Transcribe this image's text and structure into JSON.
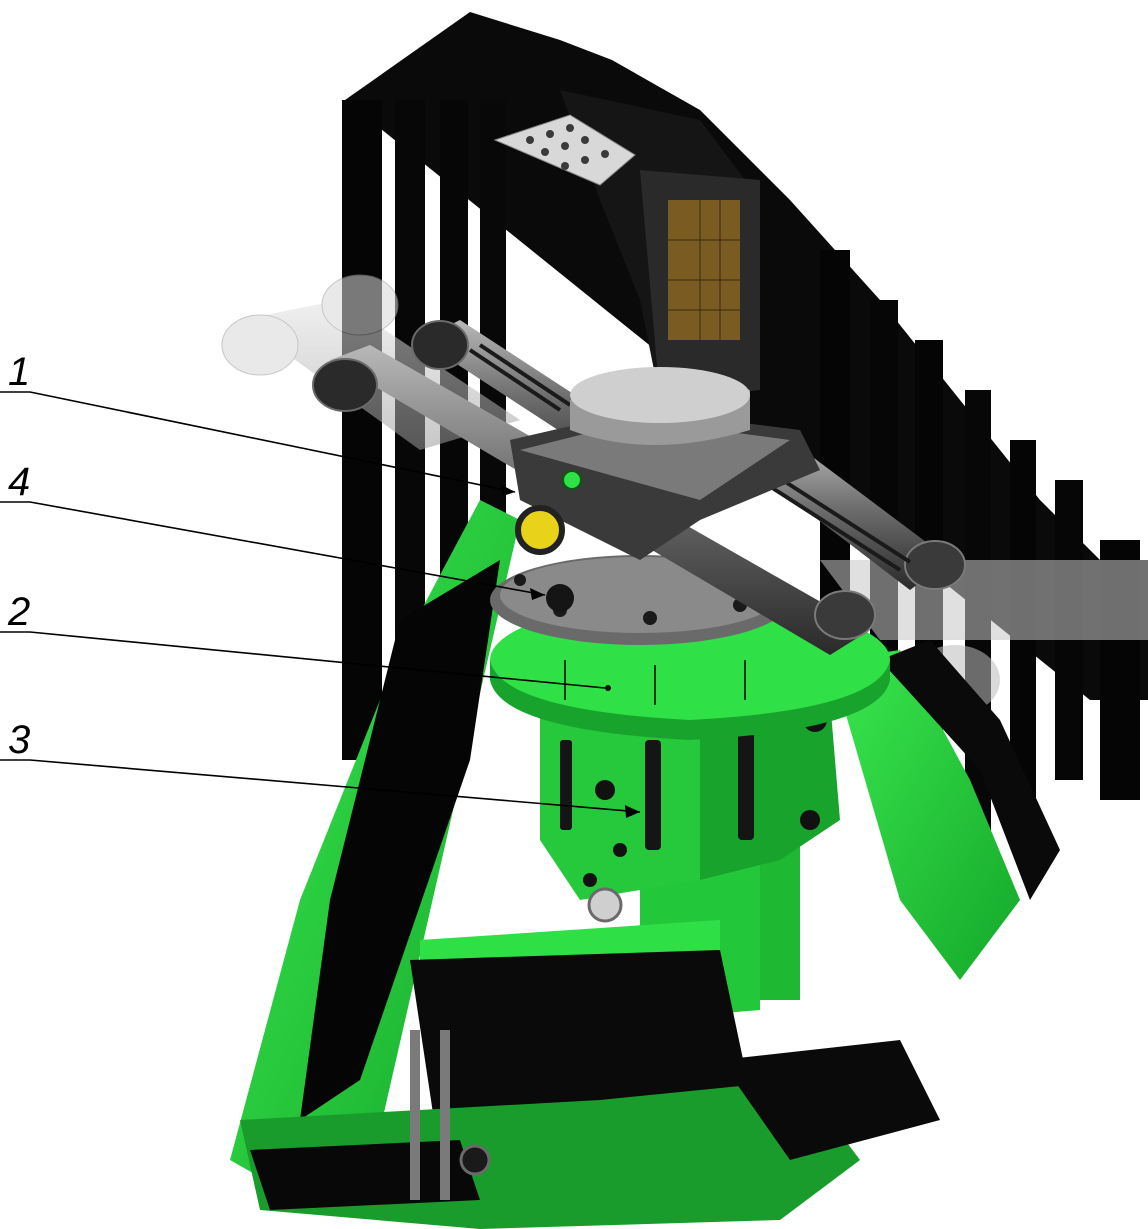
{
  "callouts": [
    {
      "id": "1",
      "label": "1"
    },
    {
      "id": "4",
      "label": "4"
    },
    {
      "id": "2",
      "label": "2"
    },
    {
      "id": "3",
      "label": "3"
    }
  ],
  "colors": {
    "frame_green": "#22d23a",
    "dark_green": "#0f7a1e",
    "black": "#050505",
    "grey": "#5a5a5a",
    "light_grey": "#c8c8c8",
    "sensor_panel": "#8a6a2a",
    "accent_yellow": "#e8d21a"
  },
  "icons": [
    "machine-assembly-illustration"
  ]
}
